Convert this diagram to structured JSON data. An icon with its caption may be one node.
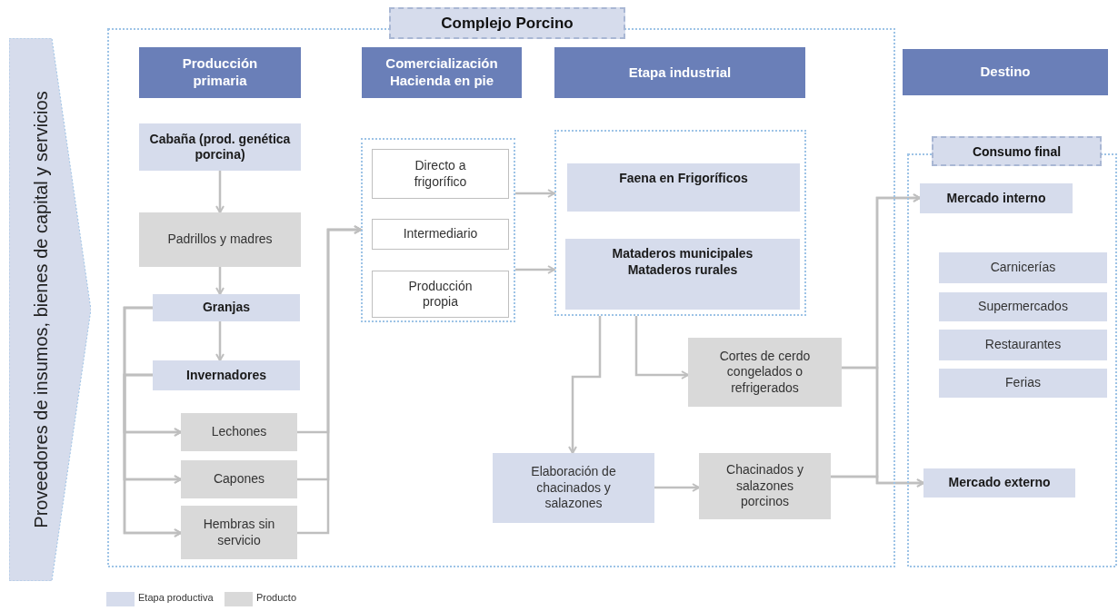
{
  "diagram": {
    "nodes": [
      {
        "text": [
          "Proveedores de insumos, bienes de capital y servicios"
        ]
      },
      {
        "text": [
          "Complejo Porcino"
        ]
      },
      {
        "text": [
          "Producción primaria"
        ],
        "in": 1
      },
      {
        "text": [
          "Comercialización Hacienda en pie"
        ],
        "in": 1
      },
      {
        "text": [
          "Etapa industrial"
        ],
        "in": 1
      },
      {
        "text": [
          "Destino"
        ]
      },
      {
        "text": [
          "Cabaña (prod. genética porcina)"
        ],
        "in": 1
      },
      {
        "text": [
          "Padrillos y madres"
        ],
        "in": 1
      },
      {
        "text": [
          "Granjas"
        ],
        "in": 1
      },
      {
        "text": [
          "Invernadores"
        ],
        "in": 1
      },
      {
        "text": [
          "Lechones"
        ],
        "in": 1
      },
      {
        "text": [
          "Capones"
        ],
        "in": 1
      },
      {
        "text": [
          "Hembras sin servicio"
        ],
        "in": 1
      },
      {
        "text": [],
        "shape": "box",
        "in": 1
      },
      {
        "text": [
          "Directo a frigorífico"
        ],
        "in": 13
      },
      {
        "text": [
          "Intermediario"
        ],
        "in": 13
      },
      {
        "text": [
          "Producción propia"
        ],
        "in": 13
      },
      {
        "text": [],
        "shape": "box",
        "in": 1
      },
      {
        "text": [
          "Faena en Frigoríficos"
        ],
        "in": 17
      },
      {
        "text": [
          "Mataderos municipales Mataderos rurales"
        ],
        "in": 17
      },
      {
        "text": [
          "Cortes de cerdo congelados o refrigerados"
        ],
        "in": 1
      },
      {
        "text": [
          "Elaboración de chacinados y salazones"
        ],
        "in": 1
      },
      {
        "text": [
          "Chacinados y salazones porcinos"
        ],
        "in": 1
      },
      {
        "text": [
          "Consumo final"
        ]
      },
      {
        "text": [
          "Mercado interno"
        ],
        "in": 23
      },
      {
        "text": [
          "Carnicerías"
        ],
        "in": 23
      },
      {
        "text": [
          "Supermercados"
        ],
        "in": 23
      },
      {
        "text": [
          "Restaurantes"
        ],
        "in": 23
      },
      {
        "text": [
          "Ferias"
        ],
        "in": 23
      },
      {
        "text": [
          "Mercado externo"
        ],
        "in": 23
      }
    ],
    "edges": [
      {
        "from": 6,
        "to": 7,
        "arrow": "to"
      },
      {
        "from": 7,
        "to": 8,
        "arrow": "to"
      },
      {
        "from": 8,
        "to": 9,
        "arrow": "to"
      },
      {
        "from": 8,
        "to": 10,
        "arrow": "to"
      },
      {
        "from": 8,
        "to": 11,
        "arrow": "to"
      },
      {
        "from": 8,
        "to": 12,
        "arrow": "to"
      },
      {
        "from": 9,
        "to": 10,
        "arrow": "to"
      },
      {
        "from": 9,
        "to": 11,
        "arrow": "to"
      },
      {
        "from": 9,
        "to": 12,
        "arrow": "to"
      },
      {
        "from": 10,
        "to": 13,
        "arrow": "to"
      },
      {
        "from": 11,
        "to": 13,
        "arrow": "to"
      },
      {
        "from": 12,
        "to": 13,
        "arrow": "to"
      },
      {
        "from": 13,
        "to": 17,
        "arrow": "to"
      },
      {
        "from": 13,
        "to": 17,
        "arrow": "to"
      },
      {
        "from": 17,
        "to": 21,
        "arrow": "to"
      },
      {
        "from": 17,
        "to": 20,
        "arrow": "to"
      },
      {
        "from": 21,
        "to": 22,
        "arrow": "to"
      },
      {
        "from": 20,
        "to": 24,
        "arrow": "to"
      },
      {
        "from": 20,
        "to": 29,
        "arrow": "to"
      },
      {
        "from": 22,
        "to": 24,
        "arrow": "to"
      },
      {
        "from": 22,
        "to": 29,
        "arrow": "to"
      }
    ],
    "legend": [
      {
        "text": "Etapa productiva",
        "color": "#d6dcec"
      },
      {
        "text": "Producto",
        "color": "#d9d9d9"
      }
    ]
  }
}
